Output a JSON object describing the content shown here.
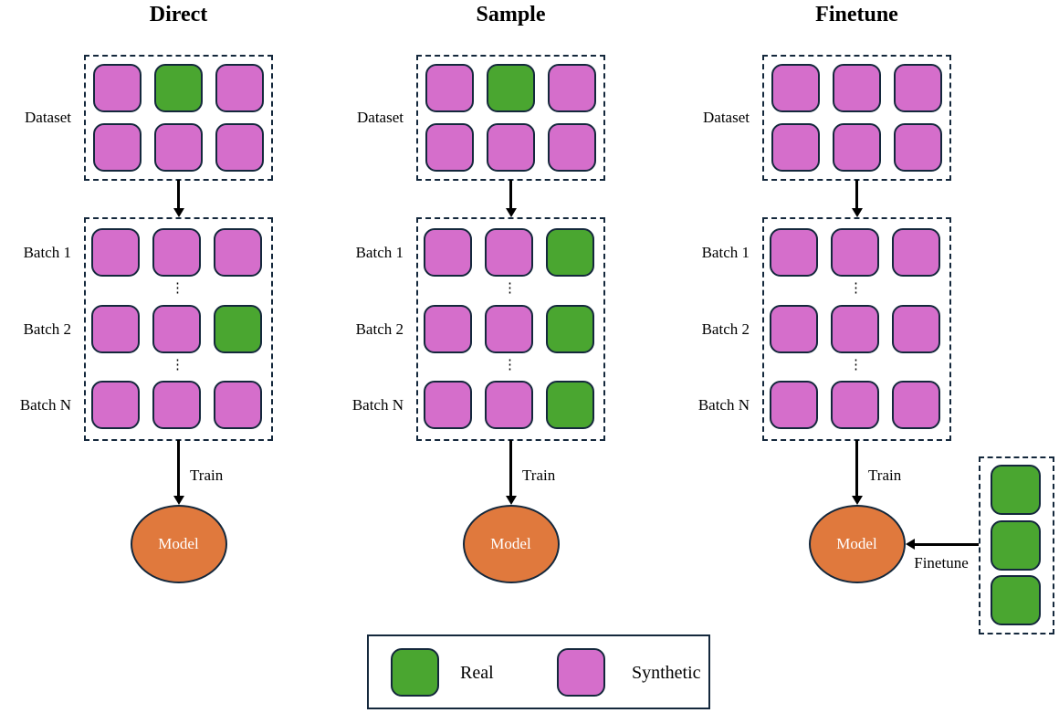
{
  "colors": {
    "real": "#4aa630",
    "synthetic": "#d56ecb",
    "model": "#e0793d",
    "model_text": "#ffffff",
    "border": "#14283c",
    "arrow": "#000000"
  },
  "shared": {
    "ellipsis": "⋮"
  },
  "columns": [
    {
      "title": "Direct",
      "dataset_label": "Dataset",
      "dataset_grid": [
        [
          "synthetic",
          "real",
          "synthetic"
        ],
        [
          "synthetic",
          "synthetic",
          "synthetic"
        ]
      ],
      "batch_labels": [
        "Batch 1",
        "Batch 2",
        "Batch N"
      ],
      "batch_rows": [
        [
          "synthetic",
          "synthetic",
          "synthetic"
        ],
        [
          "synthetic",
          "synthetic",
          "real"
        ],
        [
          "synthetic",
          "synthetic",
          "synthetic"
        ]
      ],
      "train_label": "Train",
      "model_label": "Model"
    },
    {
      "title": "Sample",
      "dataset_label": "Dataset",
      "dataset_grid": [
        [
          "synthetic",
          "real",
          "synthetic"
        ],
        [
          "synthetic",
          "synthetic",
          "synthetic"
        ]
      ],
      "batch_labels": [
        "Batch 1",
        "Batch 2",
        "Batch N"
      ],
      "batch_rows": [
        [
          "synthetic",
          "synthetic",
          "real"
        ],
        [
          "synthetic",
          "synthetic",
          "real"
        ],
        [
          "synthetic",
          "synthetic",
          "real"
        ]
      ],
      "train_label": "Train",
      "model_label": "Model"
    },
    {
      "title": "Finetune",
      "dataset_label": "Dataset",
      "dataset_grid": [
        [
          "synthetic",
          "synthetic",
          "synthetic"
        ],
        [
          "synthetic",
          "synthetic",
          "synthetic"
        ]
      ],
      "batch_labels": [
        "Batch 1",
        "Batch 2",
        "Batch N"
      ],
      "batch_rows": [
        [
          "synthetic",
          "synthetic",
          "synthetic"
        ],
        [
          "synthetic",
          "synthetic",
          "synthetic"
        ],
        [
          "synthetic",
          "synthetic",
          "synthetic"
        ]
      ],
      "train_label": "Train",
      "model_label": "Model",
      "finetune": {
        "cells": [
          "real",
          "real",
          "real"
        ],
        "arrow_label": "Finetune"
      }
    }
  ],
  "legend": {
    "items": [
      {
        "key": "real",
        "label": "Real"
      },
      {
        "key": "synthetic",
        "label": "Synthetic"
      }
    ]
  }
}
